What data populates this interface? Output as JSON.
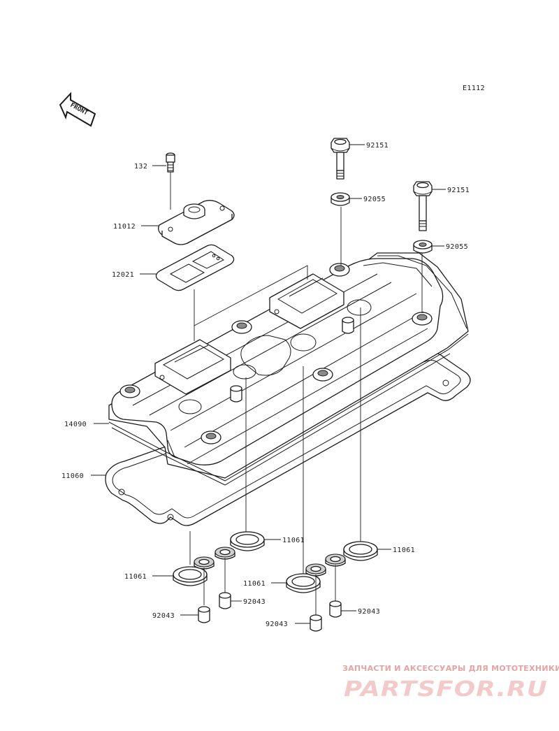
{
  "figure_code": "E1112",
  "front_label": "FRONT",
  "labels": {
    "bolt_cap": "132",
    "cap": "11012",
    "plate": "12021",
    "bolt_a": "92151",
    "washer_a": "92055",
    "bolt_b": "92151",
    "washer_b": "92055",
    "cover": "14090",
    "gasket": "11060",
    "plug_gasket_1": "11061",
    "plug_gasket_2": "11061",
    "plug_gasket_3": "11061",
    "plug_gasket_4": "11061",
    "collar_1": "92043",
    "collar_2": "92043",
    "collar_3": "92043",
    "collar_4": "92043"
  },
  "watermark": {
    "tagline": "ЗАПЧАСТИ И АКСЕССУАРЫ ДЛЯ МОТОТЕХНИКИ",
    "brand": "PARTSFOR.RU"
  }
}
